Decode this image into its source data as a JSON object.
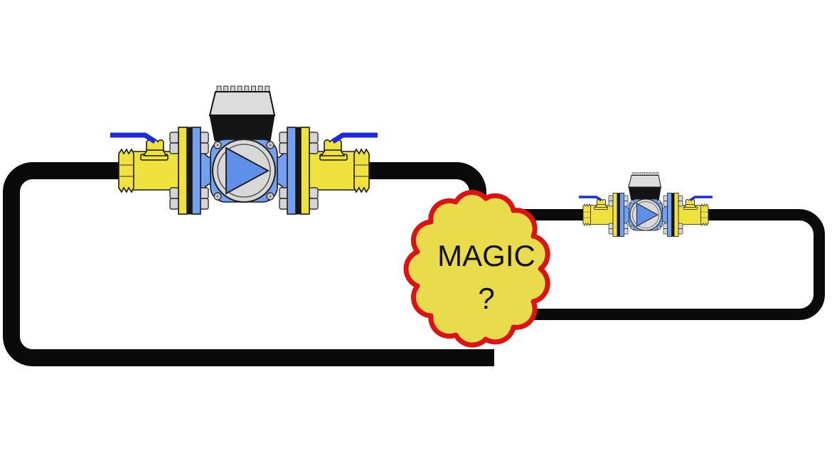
{
  "cloud": {
    "label": "MAGIC",
    "question": "?",
    "fill_color": "#E8DB4C",
    "border_color": "#DD1212"
  },
  "palette": {
    "pipe_black": "#0A0A0A",
    "fitting_yellow": "#EFE23F",
    "flange_blue": "#74A0F0",
    "arrow_blue": "#5E8FE9",
    "valve_handle_blue": "#1C2BE0",
    "metal_gray": "#D8D8D8",
    "electronics_gray": "#DCDCDC",
    "electronics_black": "#141414",
    "text_black": "#111111"
  },
  "icons": {
    "flow_direction_arrow": "right-pointing-triangle",
    "valve_handle": "lever-handle",
    "magic_cloud": "scalloped-cloud-bubble"
  }
}
